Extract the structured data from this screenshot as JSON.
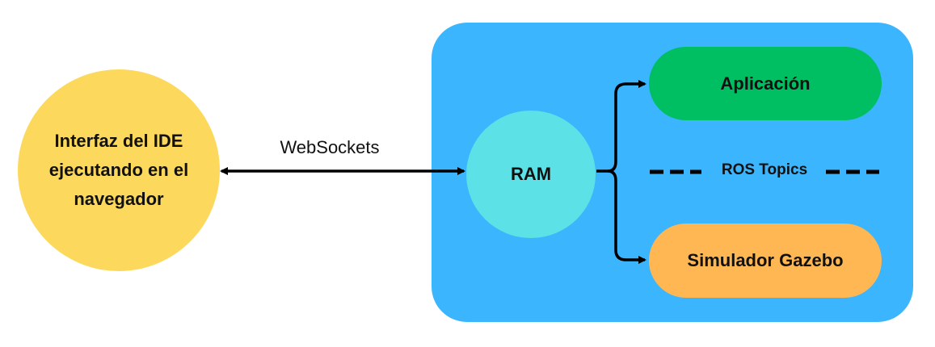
{
  "ide": {
    "label_lines": [
      "Interfaz del IDE",
      "ejecutando en el",
      "navegador"
    ]
  },
  "connection": {
    "label": "WebSockets"
  },
  "ram": {
    "label": "RAM"
  },
  "application": {
    "label": "Aplicación"
  },
  "simulator": {
    "label": "Simulador Gazebo"
  },
  "ros": {
    "label": "ROS Topics"
  },
  "colors": {
    "ide_circle": "#fcd95c",
    "server_box": "#3bb5fd",
    "ram_circle": "#5ce1e6",
    "application": "#00bf63",
    "simulator": "#ffb753",
    "lines": "#000000"
  }
}
